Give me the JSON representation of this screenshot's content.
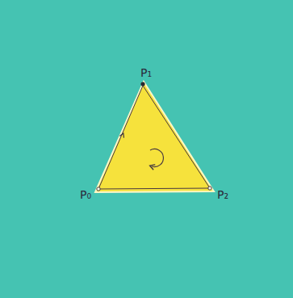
{
  "diagram": {
    "labels": [
      "P₁",
      "P₀",
      "P₂"
    ]
  }
}
